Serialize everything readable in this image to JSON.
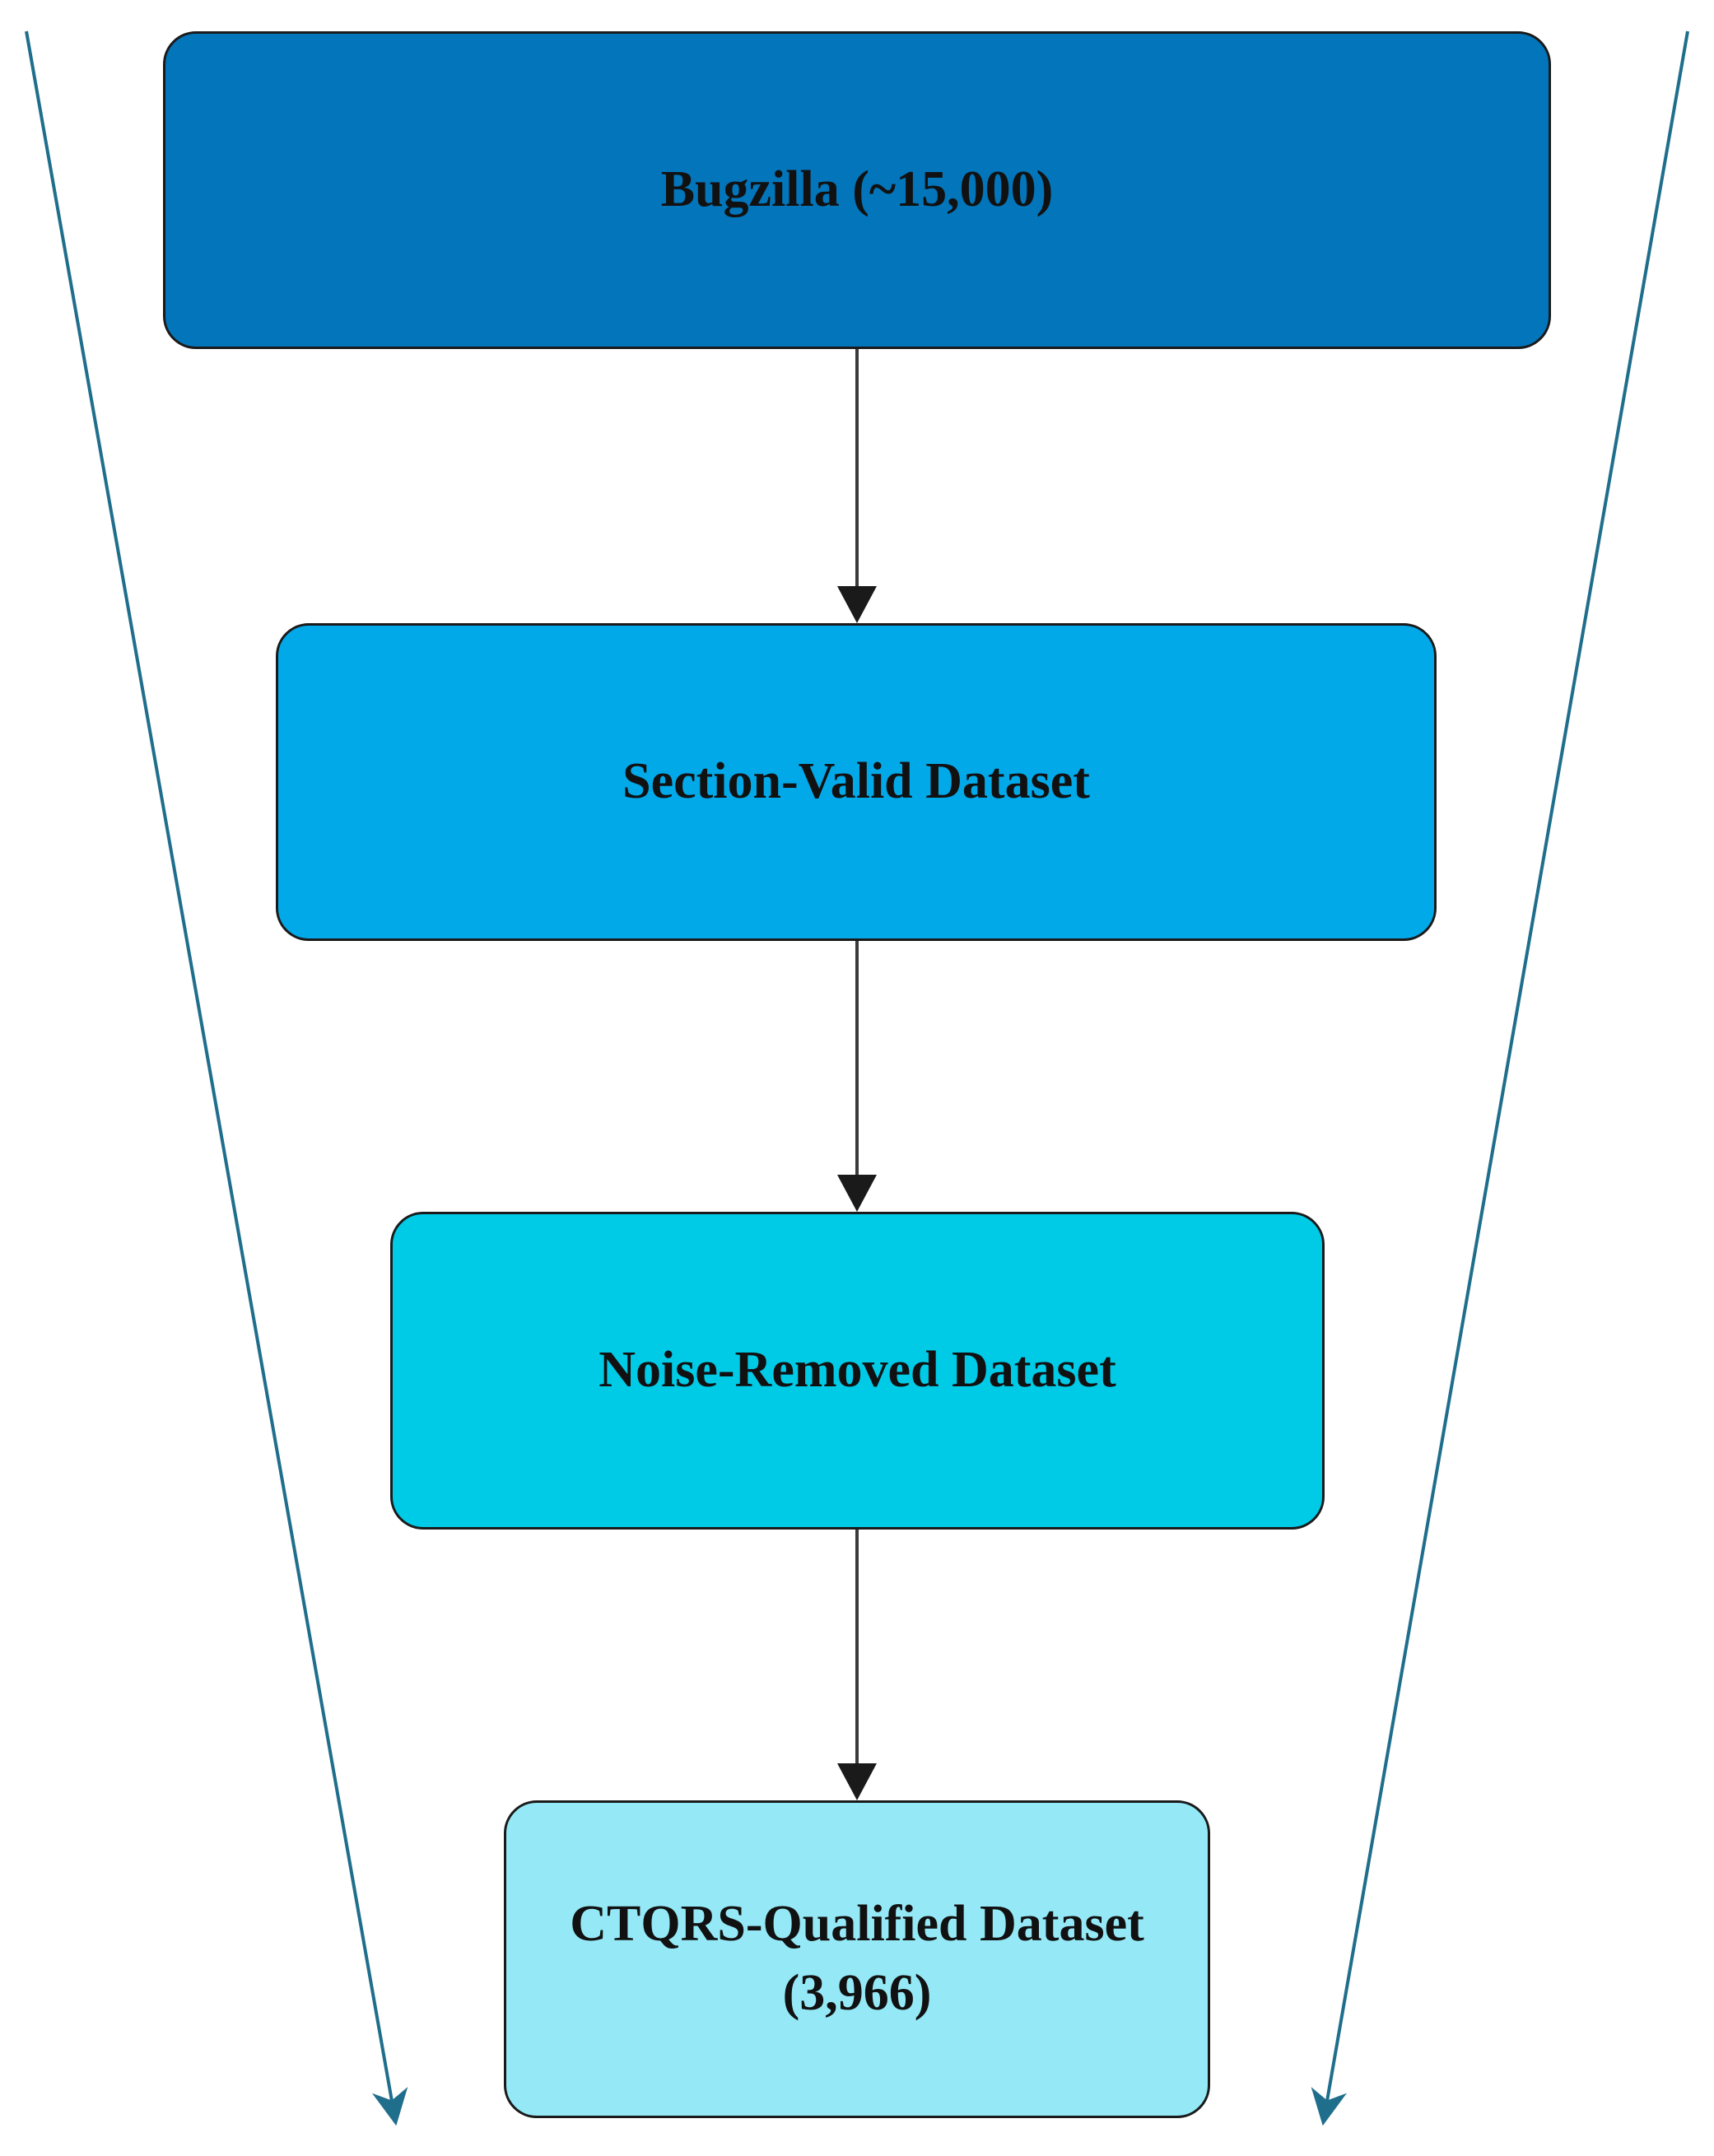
{
  "funnel": {
    "stages": [
      {
        "label": "Bugzilla (~15,000)",
        "sublabel": "",
        "color": "#0375ba"
      },
      {
        "label": "Section-Valid Dataset",
        "sublabel": "",
        "color": "#02a9e9"
      },
      {
        "label": "Noise-Removed Dataset",
        "sublabel": "",
        "color": "#00cbe7"
      },
      {
        "label": "CTQRS-Qualified Dataset",
        "sublabel": "(3,966)",
        "color": "#95e9f7"
      }
    ],
    "connector_color": "#3a3a3a",
    "side_arrow_color": "#1f6e8c"
  }
}
